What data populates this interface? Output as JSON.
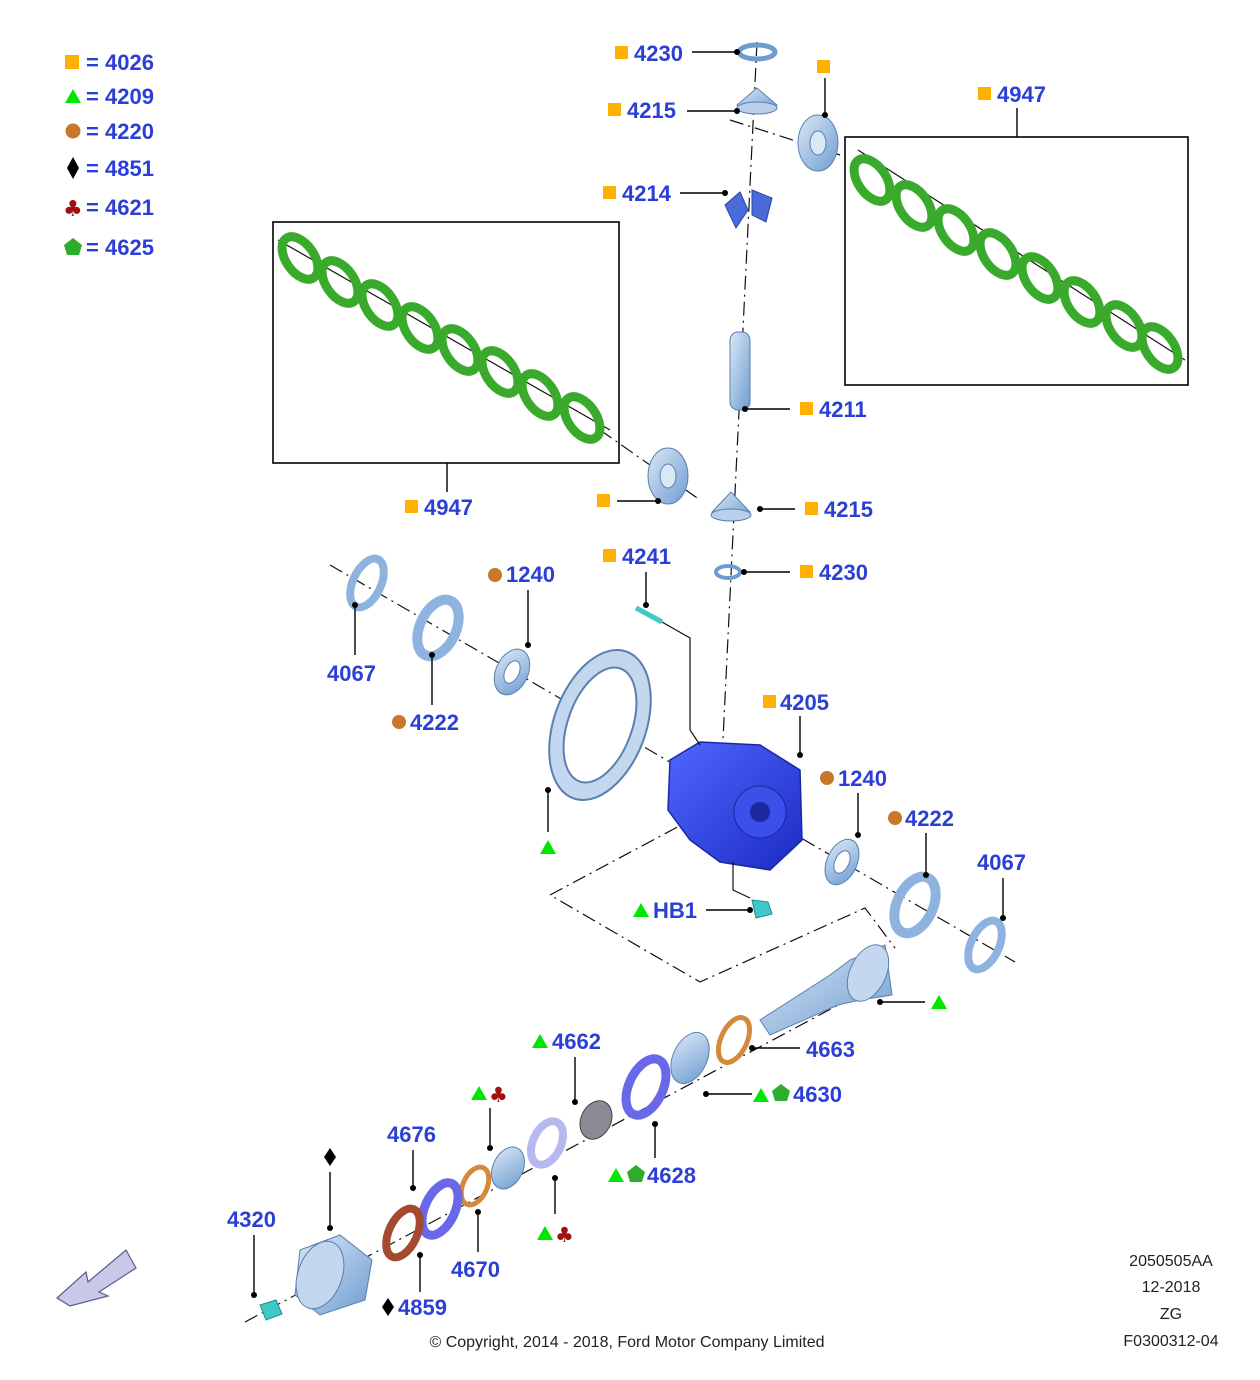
{
  "legend": [
    {
      "symbol": "square",
      "color": "#ffb000",
      "eq": "=",
      "code": "4026"
    },
    {
      "symbol": "triangle",
      "color": "#00e600",
      "eq": "=",
      "code": "4209"
    },
    {
      "symbol": "circle",
      "color": "#c8782a",
      "eq": "=",
      "code": "4220"
    },
    {
      "symbol": "diamond",
      "color": "#000000",
      "eq": "=",
      "code": "4851"
    },
    {
      "symbol": "club",
      "color": "#a01010",
      "eq": "=",
      "code": "4621"
    },
    {
      "symbol": "pentagon",
      "color": "#2cad2c",
      "eq": "=",
      "code": "4625"
    }
  ],
  "callouts": {
    "c4230_top": "4230",
    "c4215_top": "4215",
    "c4214": "4214",
    "c4947_right": "4947",
    "c4211": "4211",
    "c4947_left": "4947",
    "c4215_mid": "4215",
    "c4230_mid": "4230",
    "c4241": "4241",
    "c1240_left": "1240",
    "c4067_left": "4067",
    "c4222_left": "4222",
    "c4205": "4205",
    "c1240_right": "1240",
    "c4222_right": "4222",
    "c4067_right": "4067",
    "cHB1": "HB1",
    "c4662": "4662",
    "c4663": "4663",
    "c4630": "4630",
    "c4676": "4676",
    "c4628": "4628",
    "c4320": "4320",
    "c4670": "4670",
    "c4859": "4859"
  },
  "footer": {
    "doc_id": "2050505AA",
    "date": "12-2018",
    "code": "ZG",
    "figure": "F0300312-04",
    "copyright": "© Copyright, 2014 - 2018, Ford Motor Company Limited"
  },
  "icons": [
    "square-icon",
    "triangle-icon",
    "circle-icon",
    "diamond-icon",
    "club-icon",
    "pentagon-icon",
    "direction-arrow-icon"
  ]
}
